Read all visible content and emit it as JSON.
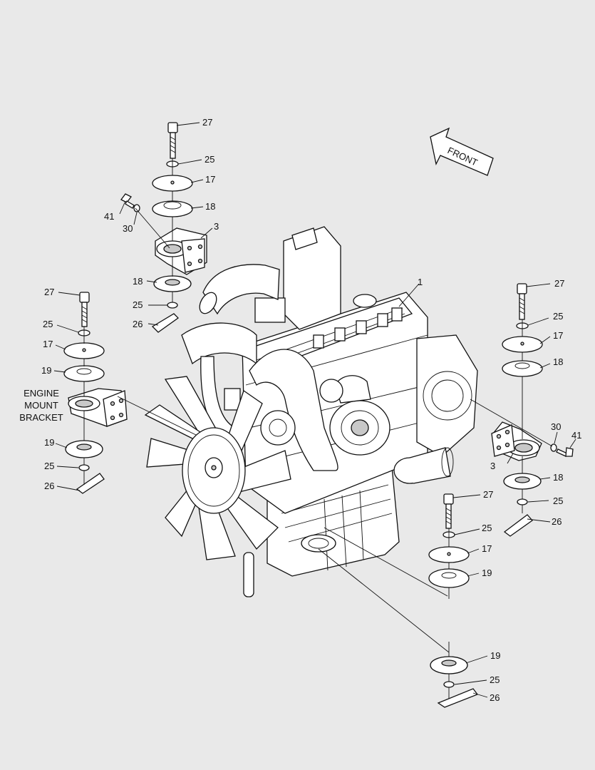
{
  "front_label": "FRONT",
  "engine_mount_bracket": [
    "ENGINE",
    "MOUNT",
    "BRACKET"
  ],
  "callouts": {
    "engine": "1",
    "bracket_rl": "3",
    "bracket_rr": "3",
    "mount_upper": "17",
    "mount_lower_rl": "18",
    "mount_lower": "19",
    "washer": "25",
    "plate": "26",
    "bolt": "27",
    "small_washer": "30",
    "small_bolt": "41"
  }
}
